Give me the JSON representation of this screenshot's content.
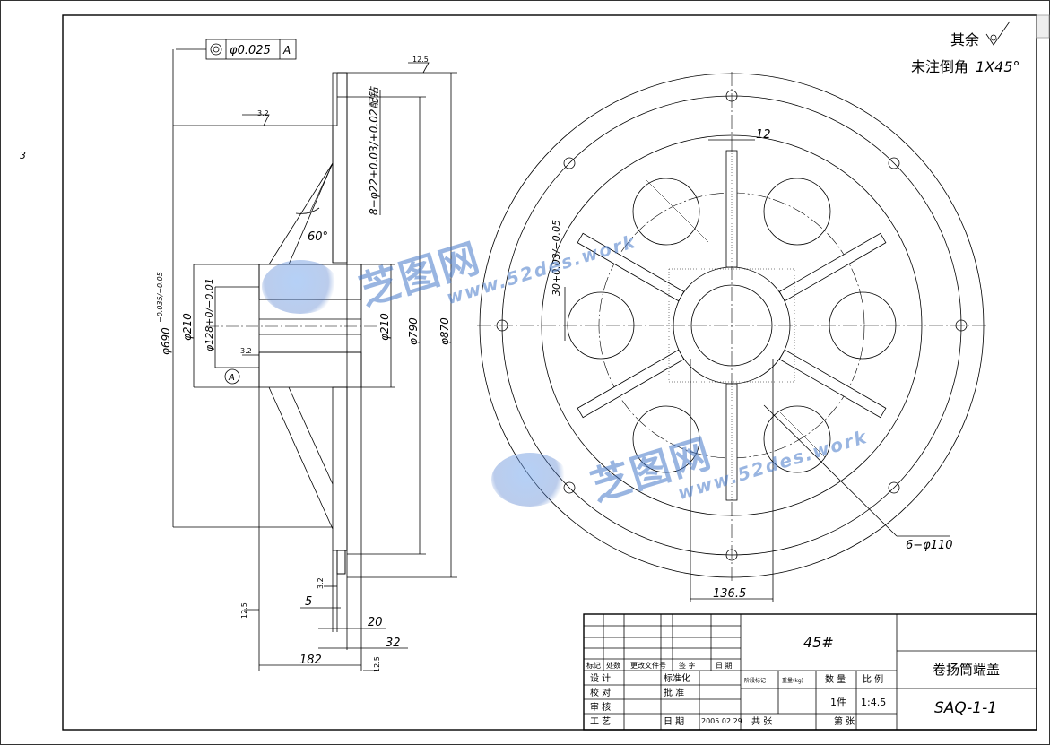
{
  "side_marker": "3",
  "roughness_note": {
    "other_label": "其余",
    "chamfer_label": "未注倒角",
    "chamfer_value": "1X45°"
  },
  "tolerance_frame": {
    "symbol": "◎",
    "value": "φ0.025",
    "datum": "A"
  },
  "datum_label": "A",
  "surface_marks": {
    "top_flange": "12.5",
    "left_face": "3.2",
    "bore": "3.2",
    "bottom_small": "3.2",
    "left_bottom": "12.5",
    "right_bottom": "12.5"
  },
  "dims": {
    "angle": "60°",
    "bolt_holes": "8−φ22+0.03/+0.02配钻",
    "od_690": "φ690",
    "od_690_tol": "−0.035/−0.05",
    "d210_left": "φ210",
    "bore_128": "φ128+0/−0.01",
    "d210_right": "φ210",
    "d790": "φ790",
    "d870": "φ870",
    "w5": "5",
    "w20": "20",
    "w32": "32",
    "w182": "182",
    "slot_12": "12",
    "dim_30": "30+0.03/−0.05",
    "holes_6": "6−φ110",
    "dim_136": "136.5"
  },
  "watermarks": [
    {
      "cn": "芝图网",
      "en": "www.52des.work"
    },
    {
      "cn": "芝图网",
      "en": "www.52des.work"
    }
  ],
  "title_block": {
    "material": "45#",
    "part_name": "卷扬筒端盖",
    "drawing_no": "SAQ-1-1",
    "header_cells": [
      "标记",
      "处数",
      "更改文件号",
      "签 字",
      "日 期"
    ],
    "design_label": "设 计",
    "standard_label": "标准化",
    "check_label": "校 对",
    "approve_label": "批 准",
    "review_label": "审 核",
    "process_label": "工 艺",
    "date_label": "日 期",
    "date_value": "2005.02.29",
    "stage_label": "阶段标记",
    "weight_label": "重量(kg)",
    "qty_label": "数 量",
    "scale_label": "比 例",
    "qty_value": "1件",
    "scale_value": "1:4.5",
    "total_sheets_label": "共 张",
    "sheet_label": "第 张"
  }
}
